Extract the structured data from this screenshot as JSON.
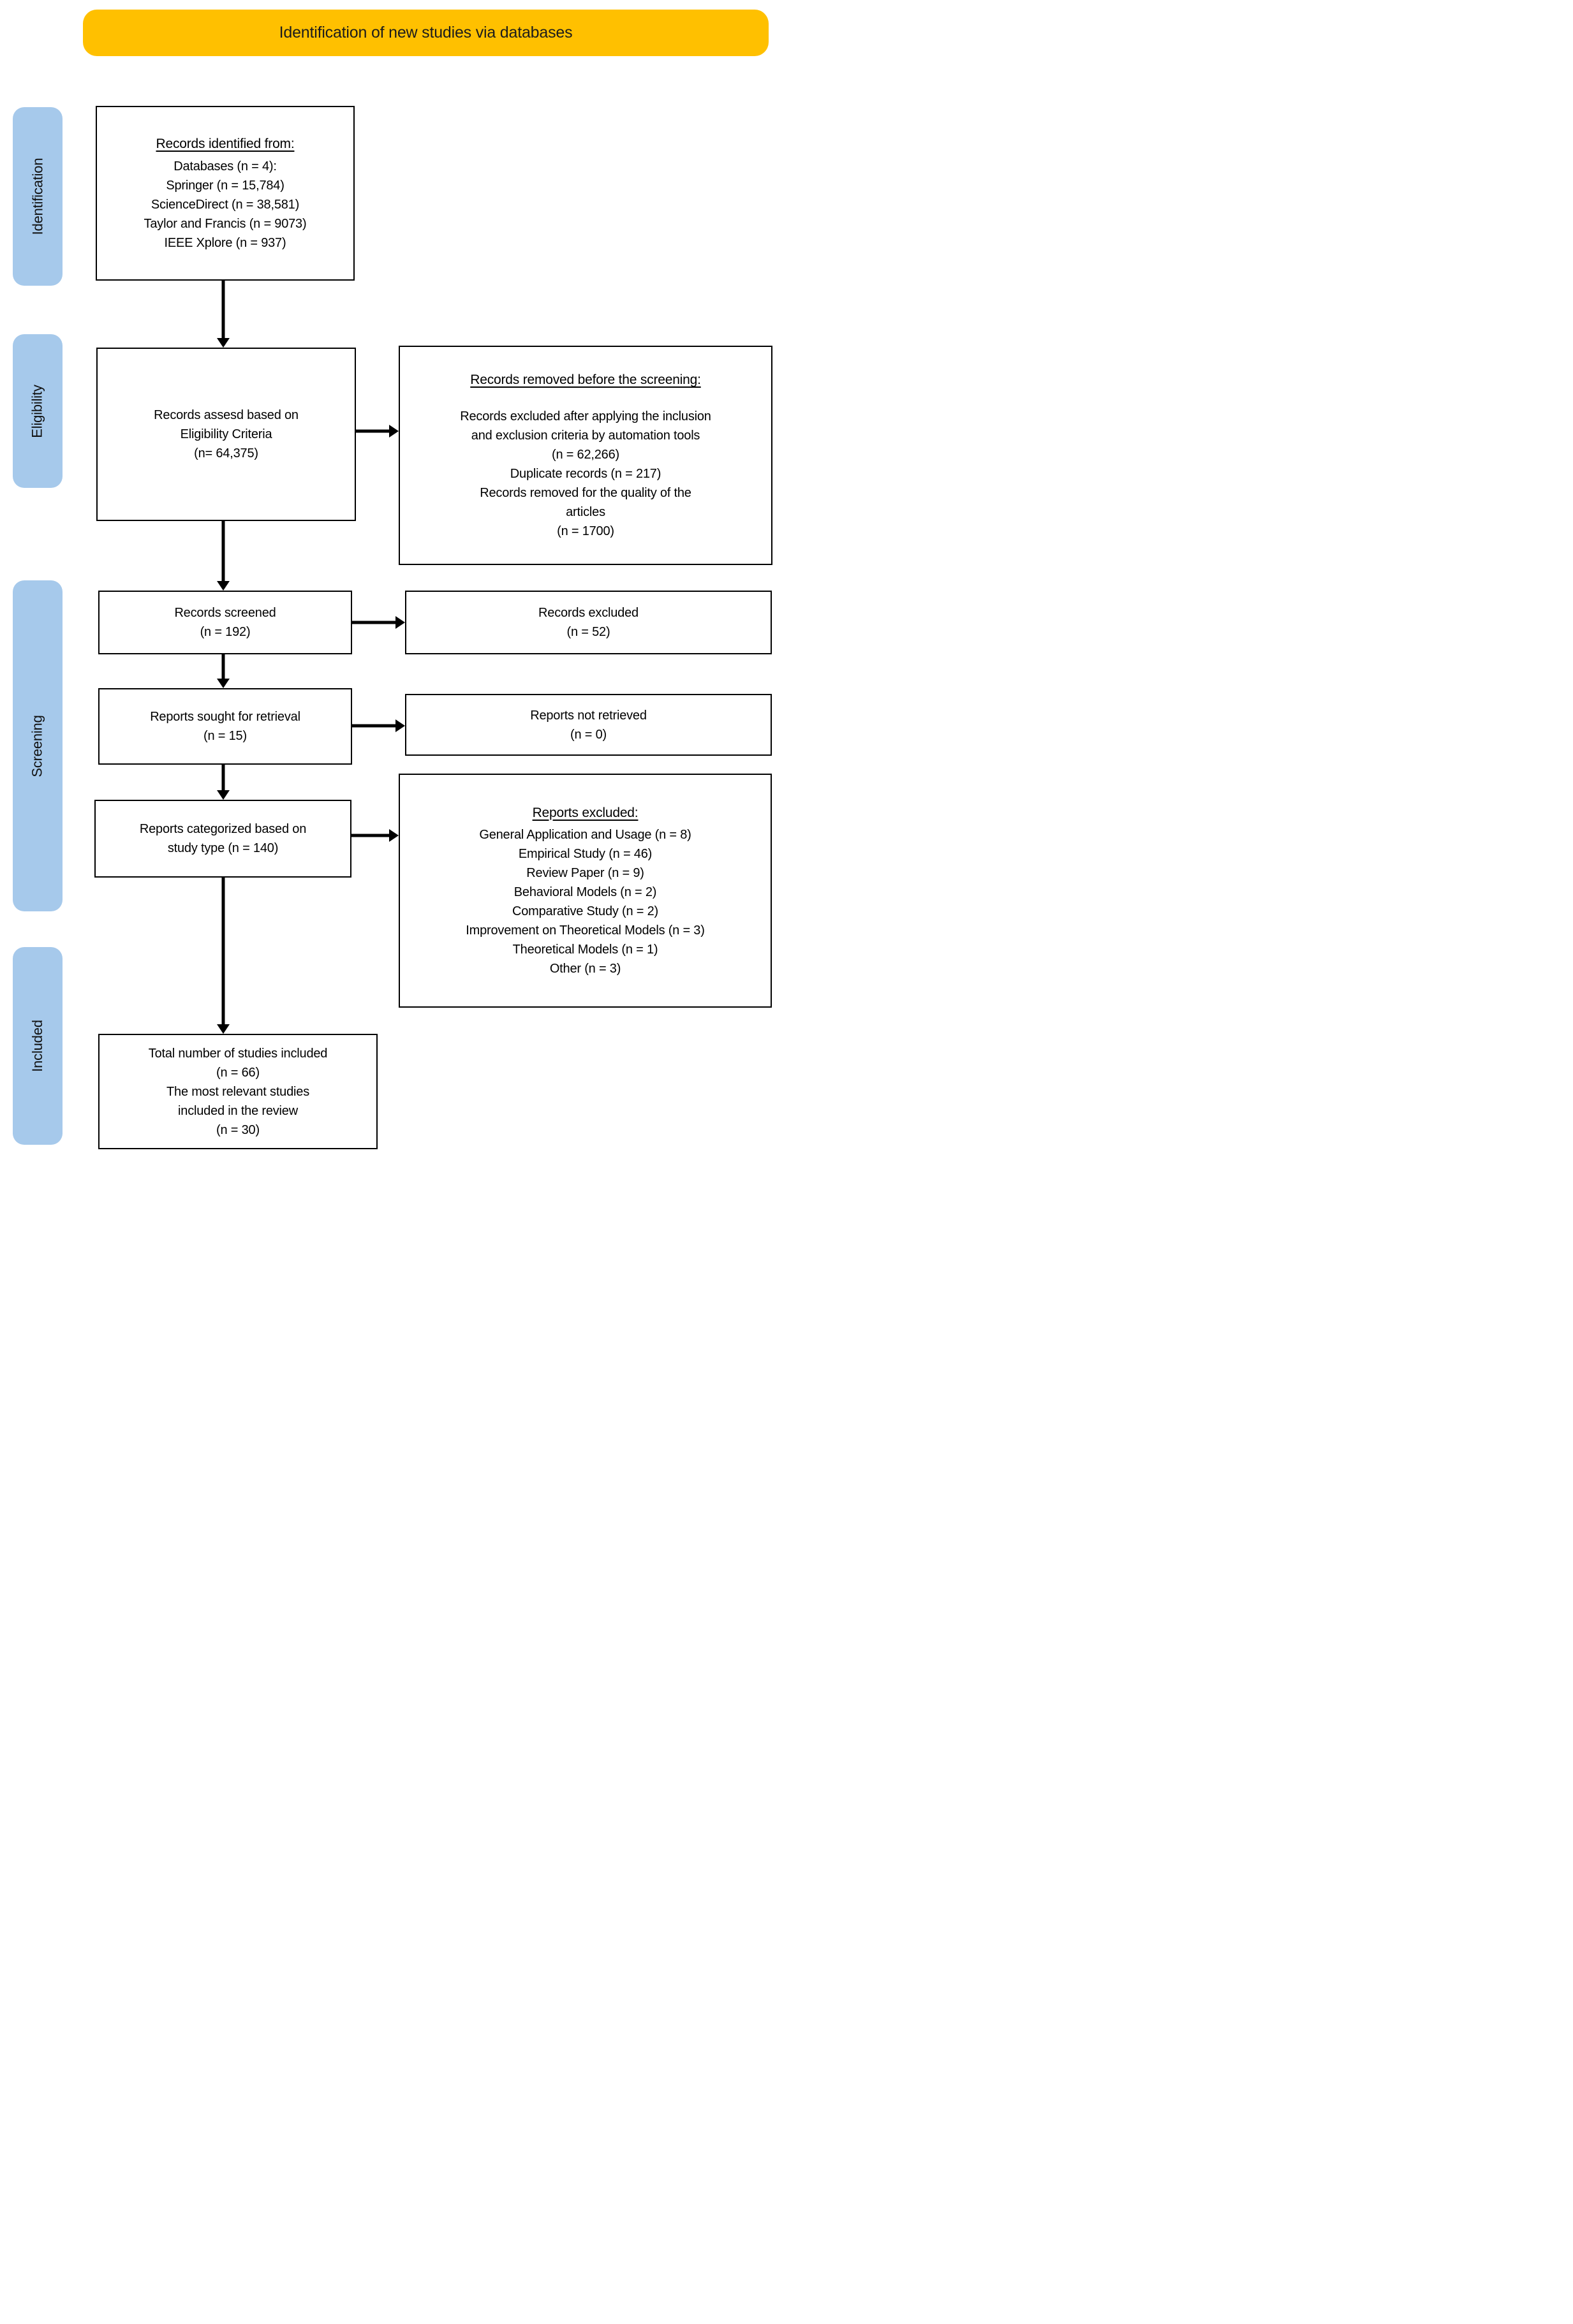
{
  "banner": {
    "title": "Identification of new studies via databases"
  },
  "colors": {
    "banner_bg": "#FFC000",
    "sidebar_bg": "#A6C9EB",
    "box_bg": "#FFFFFF",
    "box_border": "#000000",
    "text": "#000000"
  },
  "sidebar": {
    "items": [
      {
        "label": "Identification"
      },
      {
        "label": "Eligibility"
      },
      {
        "label": "Screening"
      },
      {
        "label": "Included"
      }
    ]
  },
  "flow": {
    "records_identified": {
      "heading": "Records identified from:",
      "lines": [
        "Databases (n = 4):",
        "Springer (n = 15,784)",
        "ScienceDirect (n = 38,581)",
        "Taylor and Francis (n = 9073)",
        "IEEE Xplore (n = 937)"
      ]
    },
    "records_assessed": {
      "lines": [
        "Records assesd based on",
        "Eligibility Criteria",
        "(n= 64,375)"
      ]
    },
    "records_removed": {
      "heading": "Records removed before the screening:",
      "lines": [
        "Records excluded after applying the inclusion",
        "and exclusion criteria by automation tools",
        "(n = 62,266)",
        "Duplicate records (n = 217)",
        "Records removed for the quality of the",
        "articles",
        "(n = 1700)"
      ]
    },
    "records_screened": {
      "lines": [
        "Records screened",
        "(n = 192)"
      ]
    },
    "records_excluded": {
      "lines": [
        "Records excluded",
        "(n = 52)"
      ]
    },
    "reports_sought": {
      "lines": [
        "Reports sought for retrieval",
        "(n = 15)"
      ]
    },
    "reports_not_retrieved": {
      "lines": [
        "Reports not retrieved",
        "(n = 0)"
      ]
    },
    "reports_categorized": {
      "lines": [
        "Reports categorized based on",
        "study type (n = 140)"
      ]
    },
    "reports_excluded": {
      "heading": "Reports excluded:",
      "lines": [
        "General Application and Usage (n = 8)",
        "Empirical Study (n = 46)",
        "Review Paper (n = 9)",
        "Behavioral Models (n = 2)",
        "Comparative Study (n = 2)",
        "Improvement on Theoretical Models (n = 3)",
        "Theoretical Models (n = 1)",
        "Other (n = 3)"
      ]
    },
    "total_included": {
      "lines": [
        "Total number of studies included",
        "(n = 66)",
        "The most relevant studies",
        "included in the review",
        "(n = 30)"
      ]
    }
  }
}
